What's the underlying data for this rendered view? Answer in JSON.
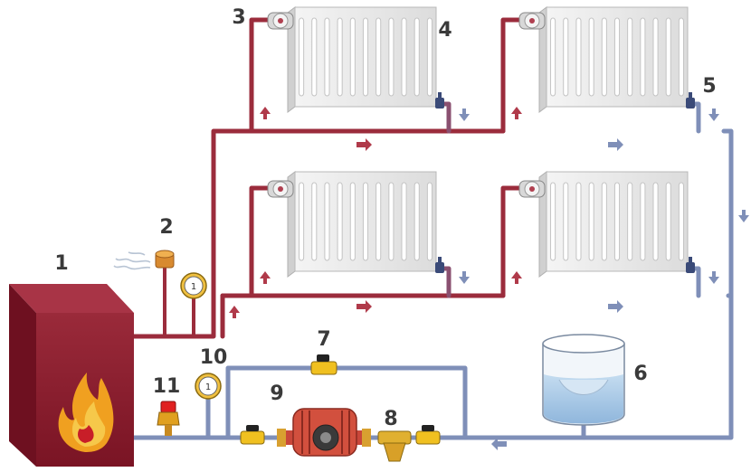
{
  "labels": {
    "boiler": "1",
    "air_vent": "2",
    "thermostatic_valve": "3",
    "radiator": "4",
    "return_valve": "5",
    "expansion_tank": "6",
    "bypass_valve": "7",
    "filter": "8",
    "pump": "9",
    "pressure_gauge": "10",
    "safety_valve": "11"
  },
  "gauge_dial_text": "1",
  "colors": {
    "supply_pipe": "#9b2c3c",
    "return_pipe": "#7f8fb8",
    "boiler": "#8a1c2e",
    "flame": "#f0a020",
    "radiator": "#eaeaea",
    "water": "#a9c9e6",
    "valve": "#f0c020",
    "pump": "#c9473a"
  }
}
